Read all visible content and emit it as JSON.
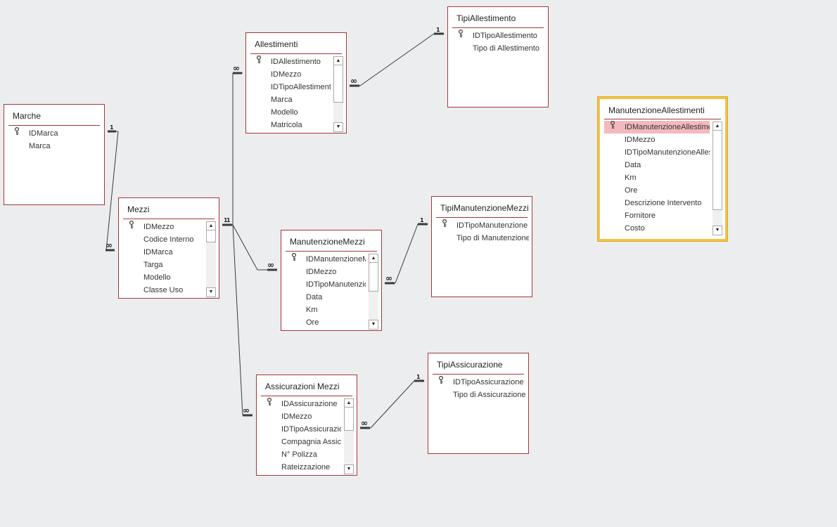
{
  "tables": {
    "marche": {
      "title": "Marche",
      "fields": [
        {
          "name": "IDMarca",
          "key": true
        },
        {
          "name": "Marca",
          "key": false
        }
      ]
    },
    "mezzi": {
      "title": "Mezzi",
      "fields": [
        {
          "name": "IDMezzo",
          "key": true
        },
        {
          "name": "Codice Interno",
          "key": false
        },
        {
          "name": "IDMarca",
          "key": false
        },
        {
          "name": "Targa",
          "key": false
        },
        {
          "name": "Modello",
          "key": false
        },
        {
          "name": "Classe Uso",
          "key": false
        }
      ]
    },
    "allestimenti": {
      "title": "Allestimenti",
      "fields": [
        {
          "name": "IDAllestimento",
          "key": true
        },
        {
          "name": "IDMezzo",
          "key": false
        },
        {
          "name": "IDTipoAllestimento",
          "key": false
        },
        {
          "name": "Marca",
          "key": false
        },
        {
          "name": "Modello",
          "key": false
        },
        {
          "name": "Matricola",
          "key": false
        }
      ]
    },
    "tipi_allestimento": {
      "title": "TipiAllestimento",
      "fields": [
        {
          "name": "IDTipoAllestimento",
          "key": true
        },
        {
          "name": "Tipo di Allestimento",
          "key": false
        }
      ]
    },
    "manutenzione_mezzi": {
      "title": "ManutenzioneMezzi",
      "fields": [
        {
          "name": "IDManutenzioneMezzo",
          "key": true
        },
        {
          "name": "IDMezzo",
          "key": false
        },
        {
          "name": "IDTipoManutenzione",
          "key": false
        },
        {
          "name": "Data",
          "key": false
        },
        {
          "name": "Km",
          "key": false
        },
        {
          "name": "Ore",
          "key": false
        }
      ]
    },
    "tipi_manutenzione_mezzi": {
      "title": "TipiManutenzioneMezzi",
      "fields": [
        {
          "name": "IDTipoManutenzione",
          "key": true
        },
        {
          "name": "Tipo di Manutenzione",
          "key": false
        }
      ]
    },
    "assicurazioni_mezzi": {
      "title": "Assicurazioni Mezzi",
      "fields": [
        {
          "name": "IDAssicurazione",
          "key": true
        },
        {
          "name": "IDMezzo",
          "key": false
        },
        {
          "name": "IDTipoAssicurazione",
          "key": false
        },
        {
          "name": "Compagnia Assicurativa",
          "key": false
        },
        {
          "name": "N° Polizza",
          "key": false
        },
        {
          "name": "Rateizzazione",
          "key": false
        }
      ]
    },
    "tipi_assicurazione": {
      "title": "TipiAssicurazione",
      "fields": [
        {
          "name": "IDTipoAssicurazione",
          "key": true
        },
        {
          "name": "Tipo di Assicurazione",
          "key": false
        }
      ]
    },
    "manutenzione_allestimenti": {
      "title": "ManutenzioneAllestimenti",
      "selected": true,
      "fields": [
        {
          "name": "IDManutenzioneAllestimento",
          "key": true,
          "highlighted": true
        },
        {
          "name": "IDMezzo",
          "key": false
        },
        {
          "name": "IDTipoManutenzioneAllestimento",
          "key": false
        },
        {
          "name": "Data",
          "key": false
        },
        {
          "name": "Km",
          "key": false
        },
        {
          "name": "Ore",
          "key": false
        },
        {
          "name": "Descrizione Intervento",
          "key": false
        },
        {
          "name": "Fornitore",
          "key": false
        },
        {
          "name": "Costo",
          "key": false
        }
      ]
    }
  },
  "cardinality": {
    "one": "1",
    "many": "∞"
  },
  "colors": {
    "table_border": "#a4373a",
    "selected_border": "#f5c342",
    "highlight_row": "#f4b9bd",
    "canvas": "#ecedef",
    "line": "#3a3a3a"
  },
  "icons": {
    "primary_key": "key-icon",
    "scroll_up": "scroll-up-arrow-icon",
    "scroll_down": "scroll-down-arrow-icon"
  },
  "scroll_arrows": {
    "up": "▲",
    "down": "▼"
  }
}
